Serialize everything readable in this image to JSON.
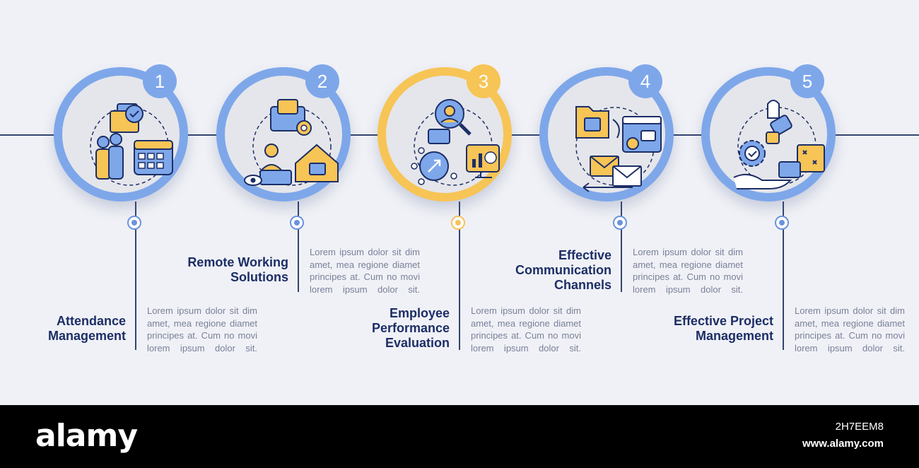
{
  "steps": [
    {
      "number": "1",
      "title": "Attendance\nManagement",
      "text": "Lorem ipsum dolor sit dim amet, mea regione diamet principes at. Cum no movi lorem ipsum dolor sit.",
      "icon": "attendance-calendar-team-icon"
    },
    {
      "number": "2",
      "title": "Remote Working\nSolutions",
      "text": "Lorem ipsum dolor sit dim amet, mea regione diamet principes at. Cum no movi lorem ipsum dolor sit.",
      "icon": "remote-work-laptop-home-icon"
    },
    {
      "number": "3",
      "title": "Employee\nPerformance\nEvaluation",
      "text": "Lorem ipsum dolor sit dim amet, mea regione diamet principes at. Cum no movi lorem ipsum dolor sit.",
      "icon": "performance-analytics-icon"
    },
    {
      "number": "4",
      "title": "Effective\nCommunication\nChannels",
      "text": "Lorem ipsum dolor sit dim amet, mea regione diamet principes at. Cum no movi lorem ipsum dolor sit.",
      "icon": "communication-mail-exchange-icon"
    },
    {
      "number": "5",
      "title": "Effective Project\nManagement",
      "text": "Lorem ipsum dolor sit dim amet, mea regione diamet principes at. Cum no movi lorem ipsum dolor sit.",
      "icon": "project-strategy-gear-icon"
    }
  ],
  "highlighted_step": "3",
  "colors": {
    "accent_blue": "#7ea7ea",
    "accent_yellow": "#f7c456",
    "title": "#1c2e66",
    "line": "#33456f",
    "background": "#f0f1f6"
  },
  "footer": {
    "logo": "alamy",
    "image_id": "2H7EEM8",
    "site": "www.alamy.com"
  }
}
